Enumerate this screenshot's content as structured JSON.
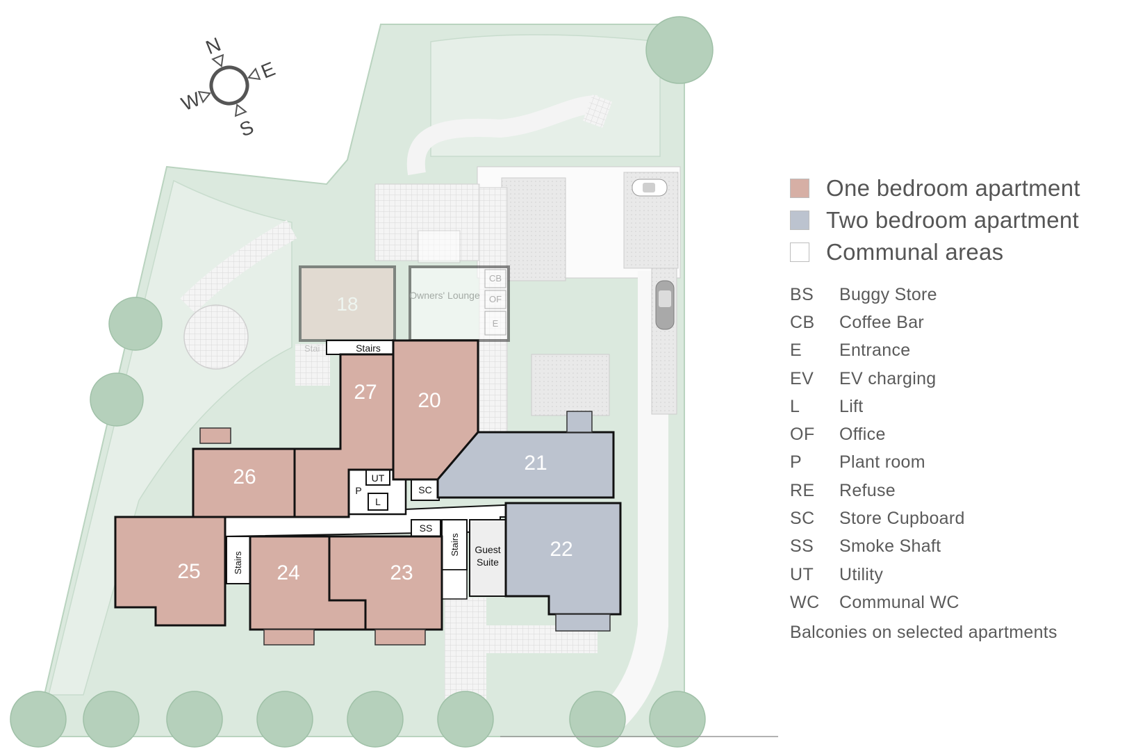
{
  "compass": {
    "n": "N",
    "e": "E",
    "s": "S",
    "w": "W"
  },
  "legend": {
    "one_bed": {
      "label": "One bedroom apartment",
      "color": "#d6afa5"
    },
    "two_bed": {
      "label": "Two bedroom apartment",
      "color": "#bcc3cf"
    },
    "communal": {
      "label": "Communal areas",
      "color": "#ffffff"
    },
    "abbreviations": [
      {
        "code": "BS",
        "text": "Buggy Store"
      },
      {
        "code": "CB",
        "text": "Coffee Bar"
      },
      {
        "code": "E",
        "text": "Entrance"
      },
      {
        "code": "EV",
        "text": "EV charging"
      },
      {
        "code": "L",
        "text": "Lift"
      },
      {
        "code": "OF",
        "text": "Office"
      },
      {
        "code": "P",
        "text": "Plant room"
      },
      {
        "code": "RE",
        "text": "Refuse"
      },
      {
        "code": "SC",
        "text": "Store Cupboard"
      },
      {
        "code": "SS",
        "text": "Smoke Shaft"
      },
      {
        "code": "UT",
        "text": "Utility"
      },
      {
        "code": "WC",
        "text": "Communal WC"
      }
    ],
    "note": "Balconies on selected apartments"
  },
  "plan": {
    "apartments": [
      {
        "number": "20",
        "type": "one_bed"
      },
      {
        "number": "21",
        "type": "two_bed"
      },
      {
        "number": "22",
        "type": "two_bed"
      },
      {
        "number": "23",
        "type": "one_bed"
      },
      {
        "number": "24",
        "type": "one_bed"
      },
      {
        "number": "25",
        "type": "one_bed"
      },
      {
        "number": "26",
        "type": "one_bed"
      },
      {
        "number": "27",
        "type": "one_bed"
      }
    ],
    "faded_unit": "18",
    "owners_lounge": "Owners' Lounge",
    "guest_suite": "Guest Suite",
    "labels": {
      "stairs": "Stairs",
      "stairs_faded": "Stai",
      "ut": "UT",
      "sc": "SC",
      "p": "P",
      "l": "L",
      "ss": "SS",
      "cb": "CB",
      "of": "OF",
      "e": "E"
    }
  }
}
